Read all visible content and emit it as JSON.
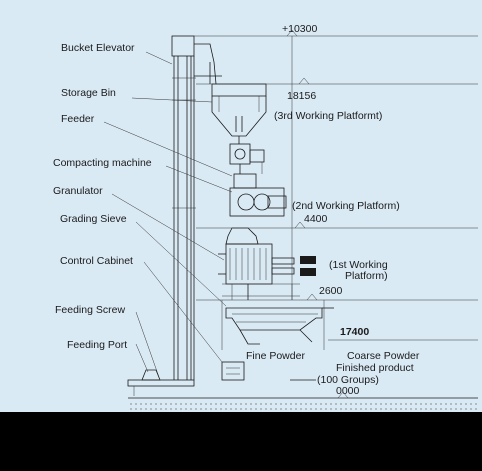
{
  "callouts": [
    {
      "label": "Bucket Elevator"
    },
    {
      "label": "Storage Bin"
    },
    {
      "label": "Feeder"
    },
    {
      "label": "Compacting machine"
    },
    {
      "label": "Granulator"
    },
    {
      "label": "Grading Sieve"
    },
    {
      "label": "Control Cabinet"
    },
    {
      "label": "Feeding Screw"
    },
    {
      "label": "Feeding Port"
    }
  ],
  "elevations": {
    "top": "+10300",
    "third_platform_value": "18156",
    "third_platform_label": "(3rd Working Platformt)",
    "second_platform_label": "(2nd Working Platform)",
    "second_platform_value": "4400",
    "first_platform_label_line1": "(1st Working",
    "first_platform_label_line2": "Platform)",
    "first_platform_value": "2600",
    "sieve_level": "17400",
    "ground": "0000"
  },
  "outputs": {
    "fine_powder": "Fine Powder",
    "coarse_powder": "Coarse Powder",
    "finished_product": "Finished product",
    "groups": "(100 Groups)"
  },
  "colors": {
    "background": "#daeaf5",
    "lines": "#1a1a1a",
    "band": "#000000"
  }
}
